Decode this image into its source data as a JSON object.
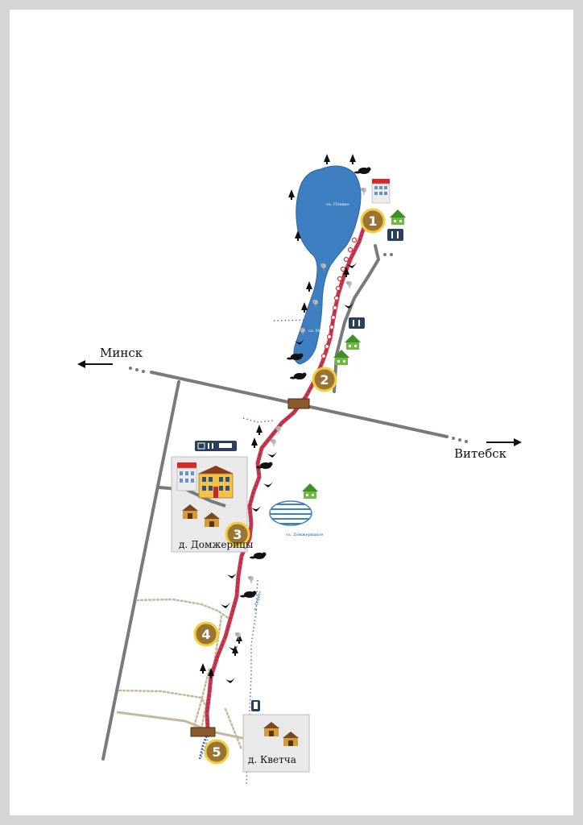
{
  "map": {
    "city_left": "Минск",
    "city_right": "Витебск",
    "villages": [
      {
        "id": "domzherytsy",
        "label": "д. Домжерицы"
      },
      {
        "id": "kvetcha",
        "label": "д. Кветча"
      }
    ],
    "lakes": [
      {
        "id": "plavno",
        "label": "оз. Плавно"
      },
      {
        "id": "manits",
        "label": "оз. Маниц"
      },
      {
        "id": "domzherytskoe",
        "label": "оз. Домжерицкое"
      }
    ],
    "stream_label": "р. Сервеч",
    "checkpoints": [
      "1",
      "2",
      "3",
      "4",
      "5"
    ],
    "colors": {
      "lake": "#3d7fc1",
      "road": "#7a7a7a",
      "trail_red": "#e0303a",
      "trail_blue": "#3a4faa",
      "marker": "#9a7434",
      "marker_ring": "#f2cf3a",
      "house_green": "#5fae3a",
      "bridge": "#8a5a2a",
      "sand_path": "#c8b79c"
    }
  }
}
